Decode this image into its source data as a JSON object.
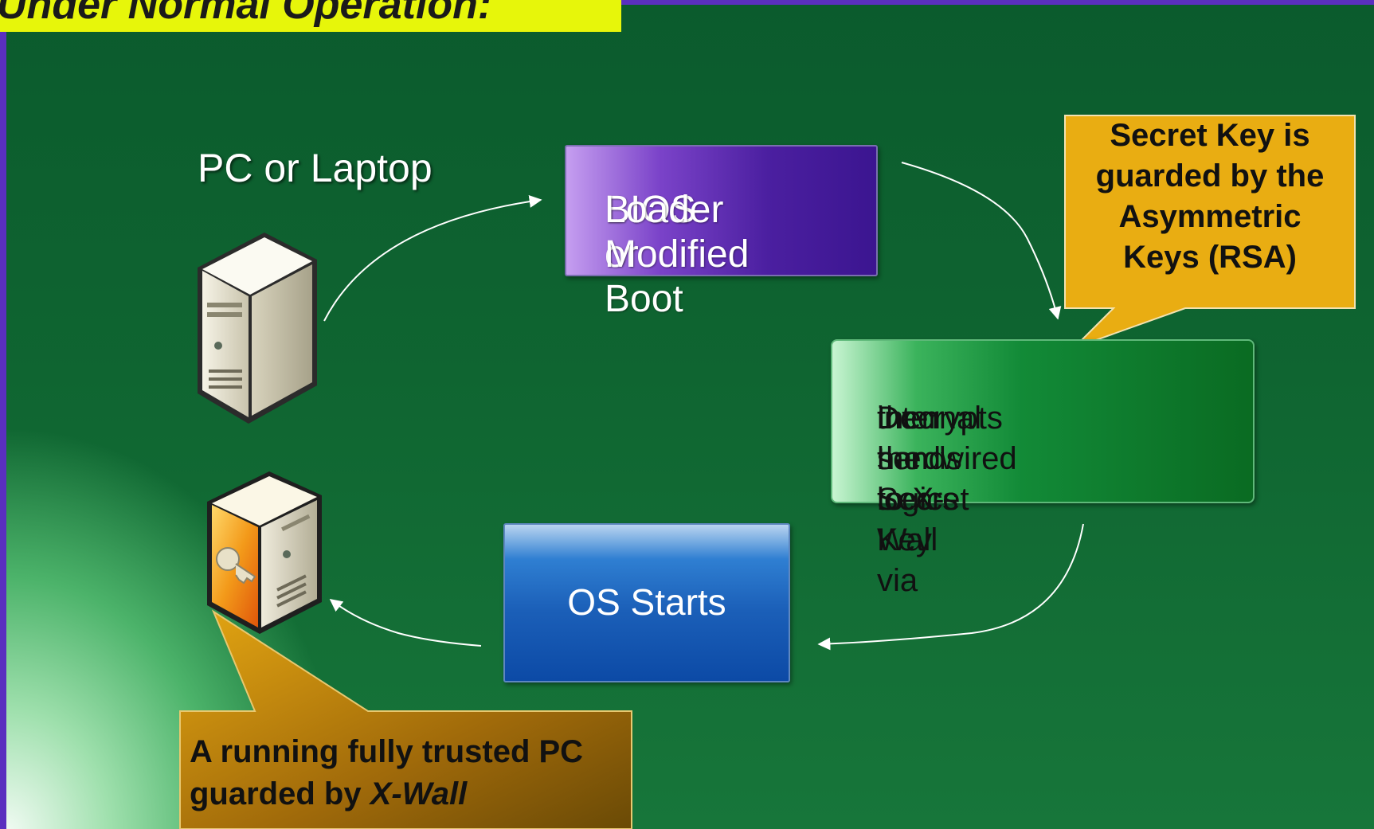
{
  "title": "Under Normal Operation:",
  "pc_label": "PC or Laptop",
  "bios_box": {
    "line1": "BIOS or Boot",
    "line2": "Loader Modified"
  },
  "decrypt_box": {
    "line1": "Decrypts the Secret Key",
    "line2": "then sends to X-Wall via",
    "line3": "internal hardwired logics"
  },
  "os_box": "OS Starts",
  "key_callout": {
    "line1": "Secret Key is",
    "line2": "guarded by the",
    "line3": "Asymmetric",
    "line4": "Keys (RSA)"
  },
  "xwall_callout": {
    "line1": "A running fully trusted PC",
    "line2_prefix": "guarded by ",
    "line2_emphasis": "X-Wall"
  },
  "icons": [
    "server-icon",
    "secure-server-key-icon"
  ],
  "colors": {
    "title_bg": "#e7f60a",
    "callout": "#e9ad12",
    "bios": "#4b1fa0",
    "decrypt": "#128a37",
    "os": "#1b5fb8"
  }
}
